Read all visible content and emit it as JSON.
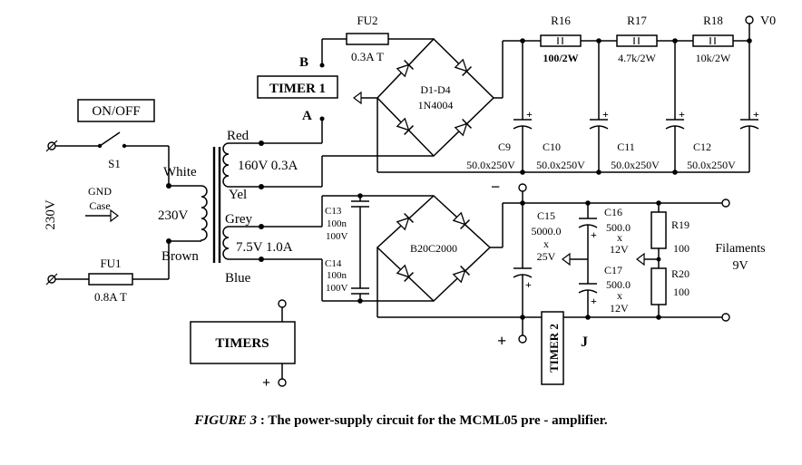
{
  "caption": {
    "figure": "FIGURE 3",
    "text": ": The power-supply circuit for the MCML05 pre - amplifier."
  },
  "mains": {
    "voltage": "230V",
    "switch": "S1",
    "on_off": "ON/OFF",
    "fuse": "FU1",
    "fuse_rating": "0.8A T",
    "gnd_line1": "GND",
    "gnd_line2": "Case"
  },
  "transformer": {
    "primary_voltage": "230V",
    "wire_white": "White",
    "wire_brown": "Brown",
    "wire_red": "Red",
    "wire_yel": "Yel",
    "wire_grey": "Grey",
    "wire_blue": "Blue",
    "hv_secondary": "160V 0.3A",
    "lv_secondary": "7.5V 1.0A"
  },
  "hv_supply": {
    "fuse": "FU2",
    "fuse_rating": "0.3A T",
    "point_b": "B",
    "point_a": "A",
    "timer1": "TIMER 1",
    "bridge_line1": "D1-D4",
    "bridge_line2": "1N4004",
    "output": "V0",
    "resistors": [
      {
        "name": "R16",
        "value": "100/2W"
      },
      {
        "name": "R17",
        "value": "4.7k/2W"
      },
      {
        "name": "R18",
        "value": "10k/2W"
      }
    ],
    "capacitors": [
      {
        "name": "C9",
        "value": "50.0x250V"
      },
      {
        "name": "C10",
        "value": "50.0x250V"
      },
      {
        "name": "C11",
        "value": "50.0x250V"
      },
      {
        "name": "C12",
        "value": "50.0x250V"
      }
    ]
  },
  "lv_supply": {
    "c13": {
      "name": "C13",
      "v1": "100n",
      "v2": "100V"
    },
    "c14": {
      "name": "C14",
      "v1": "100n",
      "v2": "100V"
    },
    "bridge": "B20C2000",
    "c15": {
      "name": "C15",
      "v1": "5000.0",
      "v2": "x",
      "v3": "25V"
    },
    "c16": {
      "name": "C16",
      "v1": "500.0",
      "v2": "x",
      "v3": "12V"
    },
    "c17": {
      "name": "C17",
      "v1": "500.0",
      "v2": "x",
      "v3": "12V"
    },
    "r19": {
      "name": "R19",
      "value": "100"
    },
    "r20": {
      "name": "R20",
      "value": "100"
    },
    "filaments_line1": "Filaments",
    "filaments_line2": "9V",
    "minus": "−",
    "plus": "+",
    "point_j": "J",
    "timer2": "TIMER 2"
  },
  "timers": {
    "label": "TIMERS",
    "plus": "+"
  },
  "polarity_mark": "+"
}
